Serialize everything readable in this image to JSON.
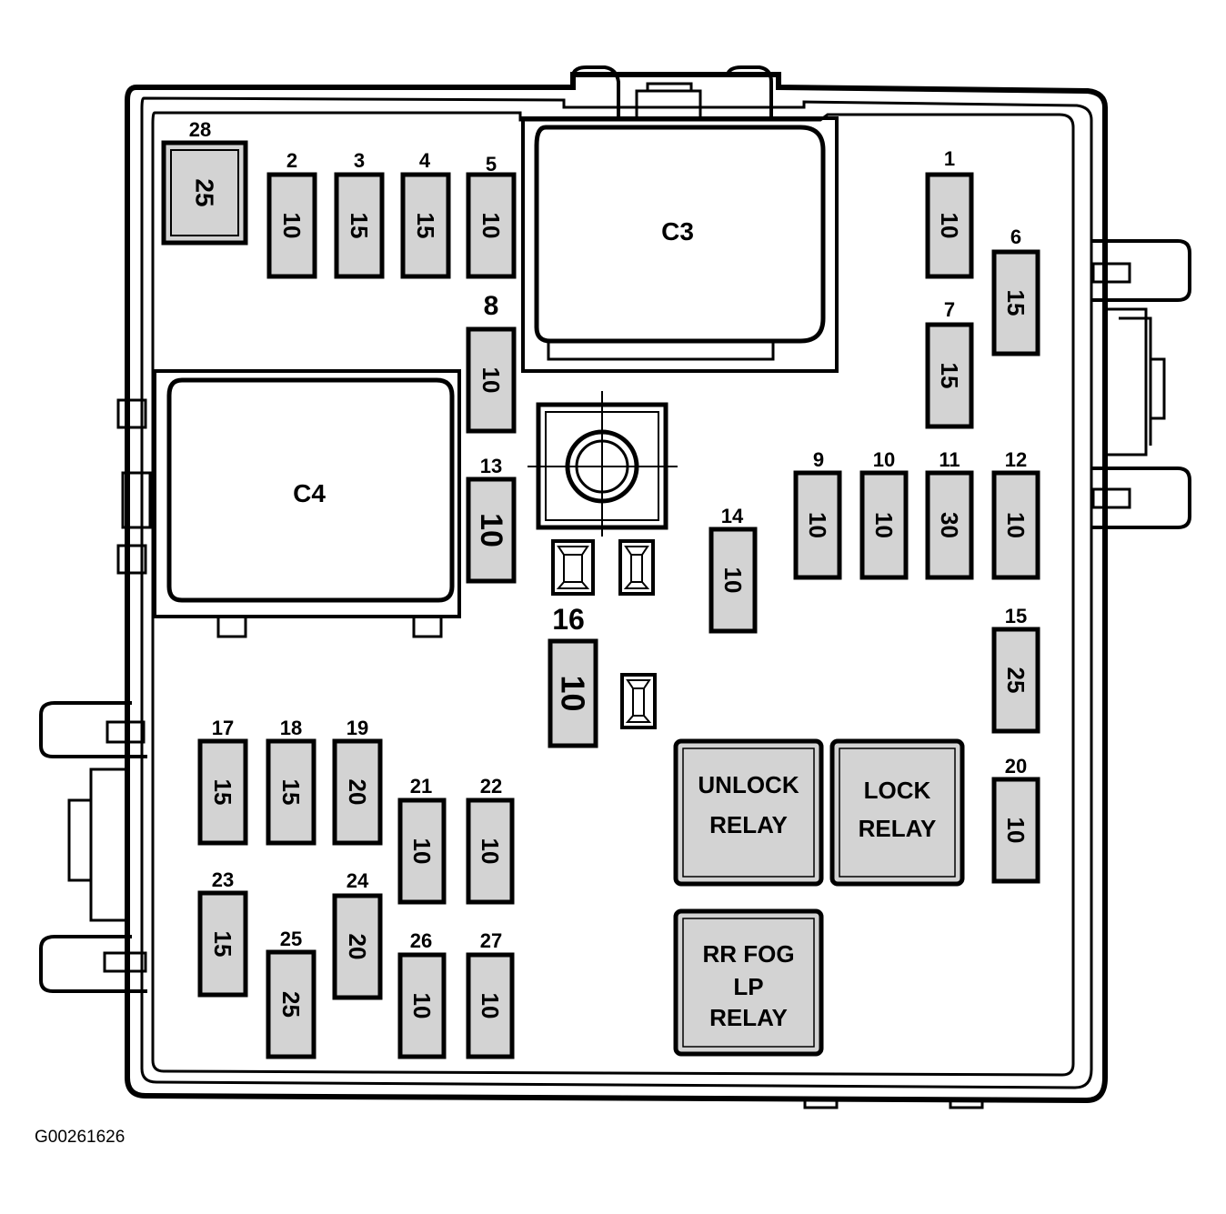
{
  "reference_code": "G00261626",
  "connectors": [
    {
      "id": "C3",
      "label": "C3"
    },
    {
      "id": "C4",
      "label": "C4"
    }
  ],
  "fuses": [
    {
      "id": "28",
      "number": "28",
      "amps": "25"
    },
    {
      "id": "2",
      "number": "2",
      "amps": "10"
    },
    {
      "id": "3",
      "number": "3",
      "amps": "15"
    },
    {
      "id": "4",
      "number": "4",
      "amps": "15"
    },
    {
      "id": "5",
      "number": "5",
      "amps": "10"
    },
    {
      "id": "1",
      "number": "1",
      "amps": "10"
    },
    {
      "id": "6",
      "number": "6",
      "amps": "15"
    },
    {
      "id": "7",
      "number": "7",
      "amps": "15"
    },
    {
      "id": "8",
      "number": "8",
      "amps": "10"
    },
    {
      "id": "13",
      "number": "13",
      "amps": "10"
    },
    {
      "id": "9",
      "number": "9",
      "amps": "10"
    },
    {
      "id": "10",
      "number": "10",
      "amps": "10"
    },
    {
      "id": "11",
      "number": "11",
      "amps": "30"
    },
    {
      "id": "12",
      "number": "12",
      "amps": "10"
    },
    {
      "id": "14",
      "number": "14",
      "amps": "10"
    },
    {
      "id": "15",
      "number": "15",
      "amps": "25"
    },
    {
      "id": "16",
      "number": "16",
      "amps": "10"
    },
    {
      "id": "17",
      "number": "17",
      "amps": "15"
    },
    {
      "id": "18",
      "number": "18",
      "amps": "15"
    },
    {
      "id": "19",
      "number": "19",
      "amps": "20"
    },
    {
      "id": "20",
      "number": "20",
      "amps": "10"
    },
    {
      "id": "21",
      "number": "21",
      "amps": "10"
    },
    {
      "id": "22",
      "number": "22",
      "amps": "10"
    },
    {
      "id": "23",
      "number": "23",
      "amps": "15"
    },
    {
      "id": "24",
      "number": "24",
      "amps": "20"
    },
    {
      "id": "25",
      "number": "25",
      "amps": "25"
    },
    {
      "id": "26",
      "number": "26",
      "amps": "10"
    },
    {
      "id": "27",
      "number": "27",
      "amps": "10"
    }
  ],
  "relays": [
    {
      "id": "unlock",
      "lines": [
        "UNLOCK",
        "RELAY"
      ]
    },
    {
      "id": "lock",
      "lines": [
        "LOCK",
        "RELAY"
      ]
    },
    {
      "id": "rr-fog-lp",
      "lines": [
        "RR FOG",
        "LP",
        "RELAY"
      ]
    }
  ]
}
